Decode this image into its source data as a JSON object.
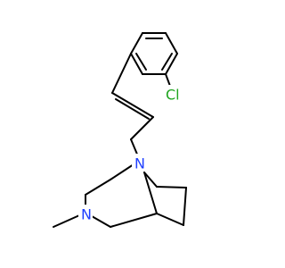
{
  "molecule": {
    "atoms": [
      {
        "id": "Cl",
        "label": "Cl",
        "color": "#1fa51f"
      },
      {
        "id": "N8",
        "label": "N",
        "color": "#1f3fff"
      },
      {
        "id": "N3",
        "label": "N",
        "color": "#1f3fff"
      }
    ]
  }
}
